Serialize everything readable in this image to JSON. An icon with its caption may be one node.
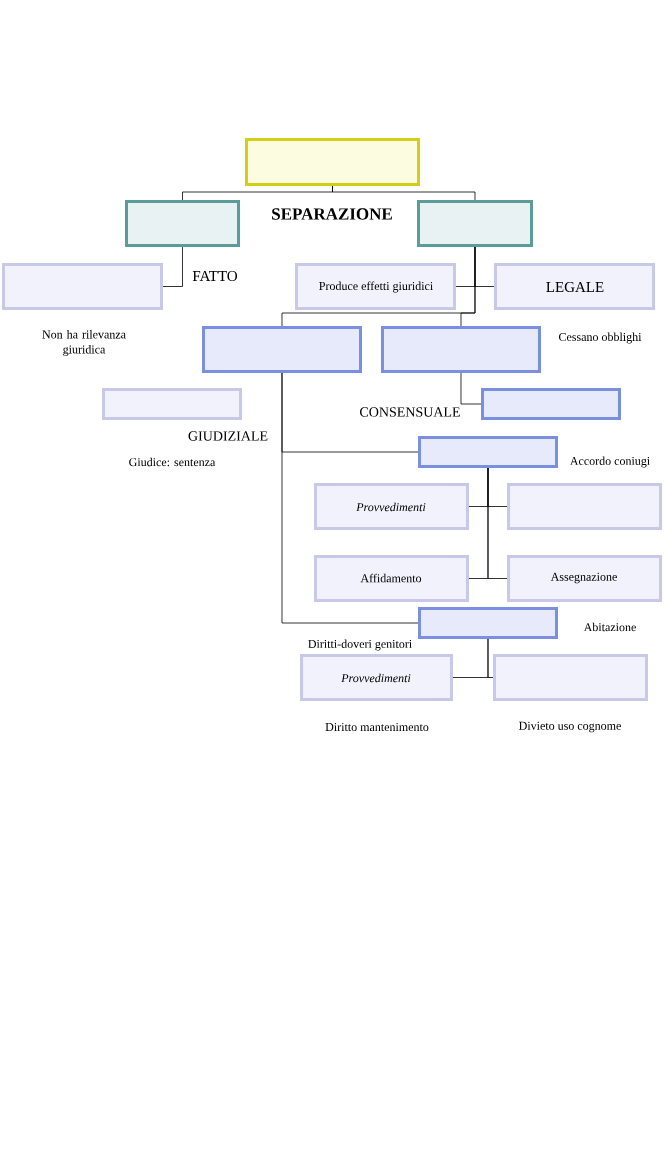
{
  "diagram": {
    "nodes": [
      {
        "text": [],
        "shape": "box"
      },
      {
        "text": [],
        "shape": "box"
      },
      {
        "text": [],
        "shape": "box"
      },
      {
        "text": [],
        "shape": "box"
      },
      {
        "text": [],
        "shape": "box"
      },
      {
        "text": [],
        "shape": "box"
      },
      {
        "text": [],
        "shape": "box"
      },
      {
        "text": [],
        "shape": "box"
      },
      {
        "text": [],
        "shape": "box"
      },
      {
        "text": [],
        "shape": "box"
      },
      {
        "text": [],
        "shape": "box"
      },
      {
        "text": [],
        "shape": "box"
      },
      {
        "text": [],
        "shape": "box"
      },
      {
        "text": [],
        "shape": "box"
      },
      {
        "text": [],
        "shape": "box"
      },
      {
        "text": [],
        "shape": "box"
      },
      {
        "text": [],
        "shape": "box"
      },
      {
        "text": [],
        "shape": "box"
      }
    ],
    "edges": [
      {
        "from": 0,
        "to": 1,
        "arrow": "none"
      },
      {
        "from": 0,
        "to": 2,
        "arrow": "none"
      },
      {
        "from": 1,
        "to": 3,
        "arrow": "none"
      },
      {
        "from": 2,
        "to": 4,
        "arrow": "none"
      },
      {
        "from": 2,
        "to": 5,
        "arrow": "none"
      },
      {
        "from": 2,
        "to": 6,
        "arrow": "none"
      },
      {
        "from": 2,
        "to": 7,
        "arrow": "none"
      },
      {
        "from": 7,
        "to": 9,
        "arrow": "none"
      },
      {
        "from": 6,
        "to": 10,
        "arrow": "none"
      },
      {
        "from": 6,
        "to": 15,
        "arrow": "none"
      },
      {
        "from": 10,
        "to": 11,
        "arrow": "none"
      },
      {
        "from": 10,
        "to": 12,
        "arrow": "none"
      },
      {
        "from": 10,
        "to": 13,
        "arrow": "none"
      },
      {
        "from": 10,
        "to": 14,
        "arrow": "none"
      },
      {
        "from": 15,
        "to": 16,
        "arrow": "none"
      },
      {
        "from": 15,
        "to": 17,
        "arrow": "none"
      }
    ],
    "labels": [
      "SEPARAZIONE",
      "FATTO",
      "Produce effetti giuridici",
      "LEGALE",
      "Non ha rilevanza giuridica",
      "Cessano obblighi",
      "GIUDIZIALE",
      "CONSENSUALE",
      "Giudice: sentenza",
      "Accordo coniugi",
      "*Provvedimenti*",
      "Affidamento",
      "Assegnazione",
      "Diritti-doveri genitori",
      "Abitazione",
      "*Provvedimenti*",
      "Diritto mantenimento",
      "Divieto uso cognome"
    ]
  }
}
